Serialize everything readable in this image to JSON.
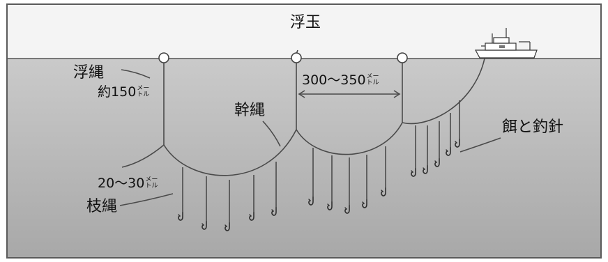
{
  "labels": {
    "float": "浮玉",
    "float_rope": "浮縄",
    "float_rope_length": {
      "prefix": "約",
      "value": "150",
      "unit_top": "メー",
      "unit_bottom": "トル"
    },
    "main_line": "幹縄",
    "span": {
      "value": "300〜350",
      "unit_top": "メー",
      "unit_bottom": "トル"
    },
    "bait_hook": "餌と釣針",
    "branch_length": {
      "value": "20〜30",
      "unit_top": "メー",
      "unit_bottom": "トル"
    },
    "branch_line": "枝縄"
  },
  "colors": {
    "sky": "#f4f4f4",
    "sea_top": "#c9c9c9",
    "sea_bottom": "#a9a9a9",
    "line": "#4a4a4a",
    "frame": "#5a5a5a"
  }
}
